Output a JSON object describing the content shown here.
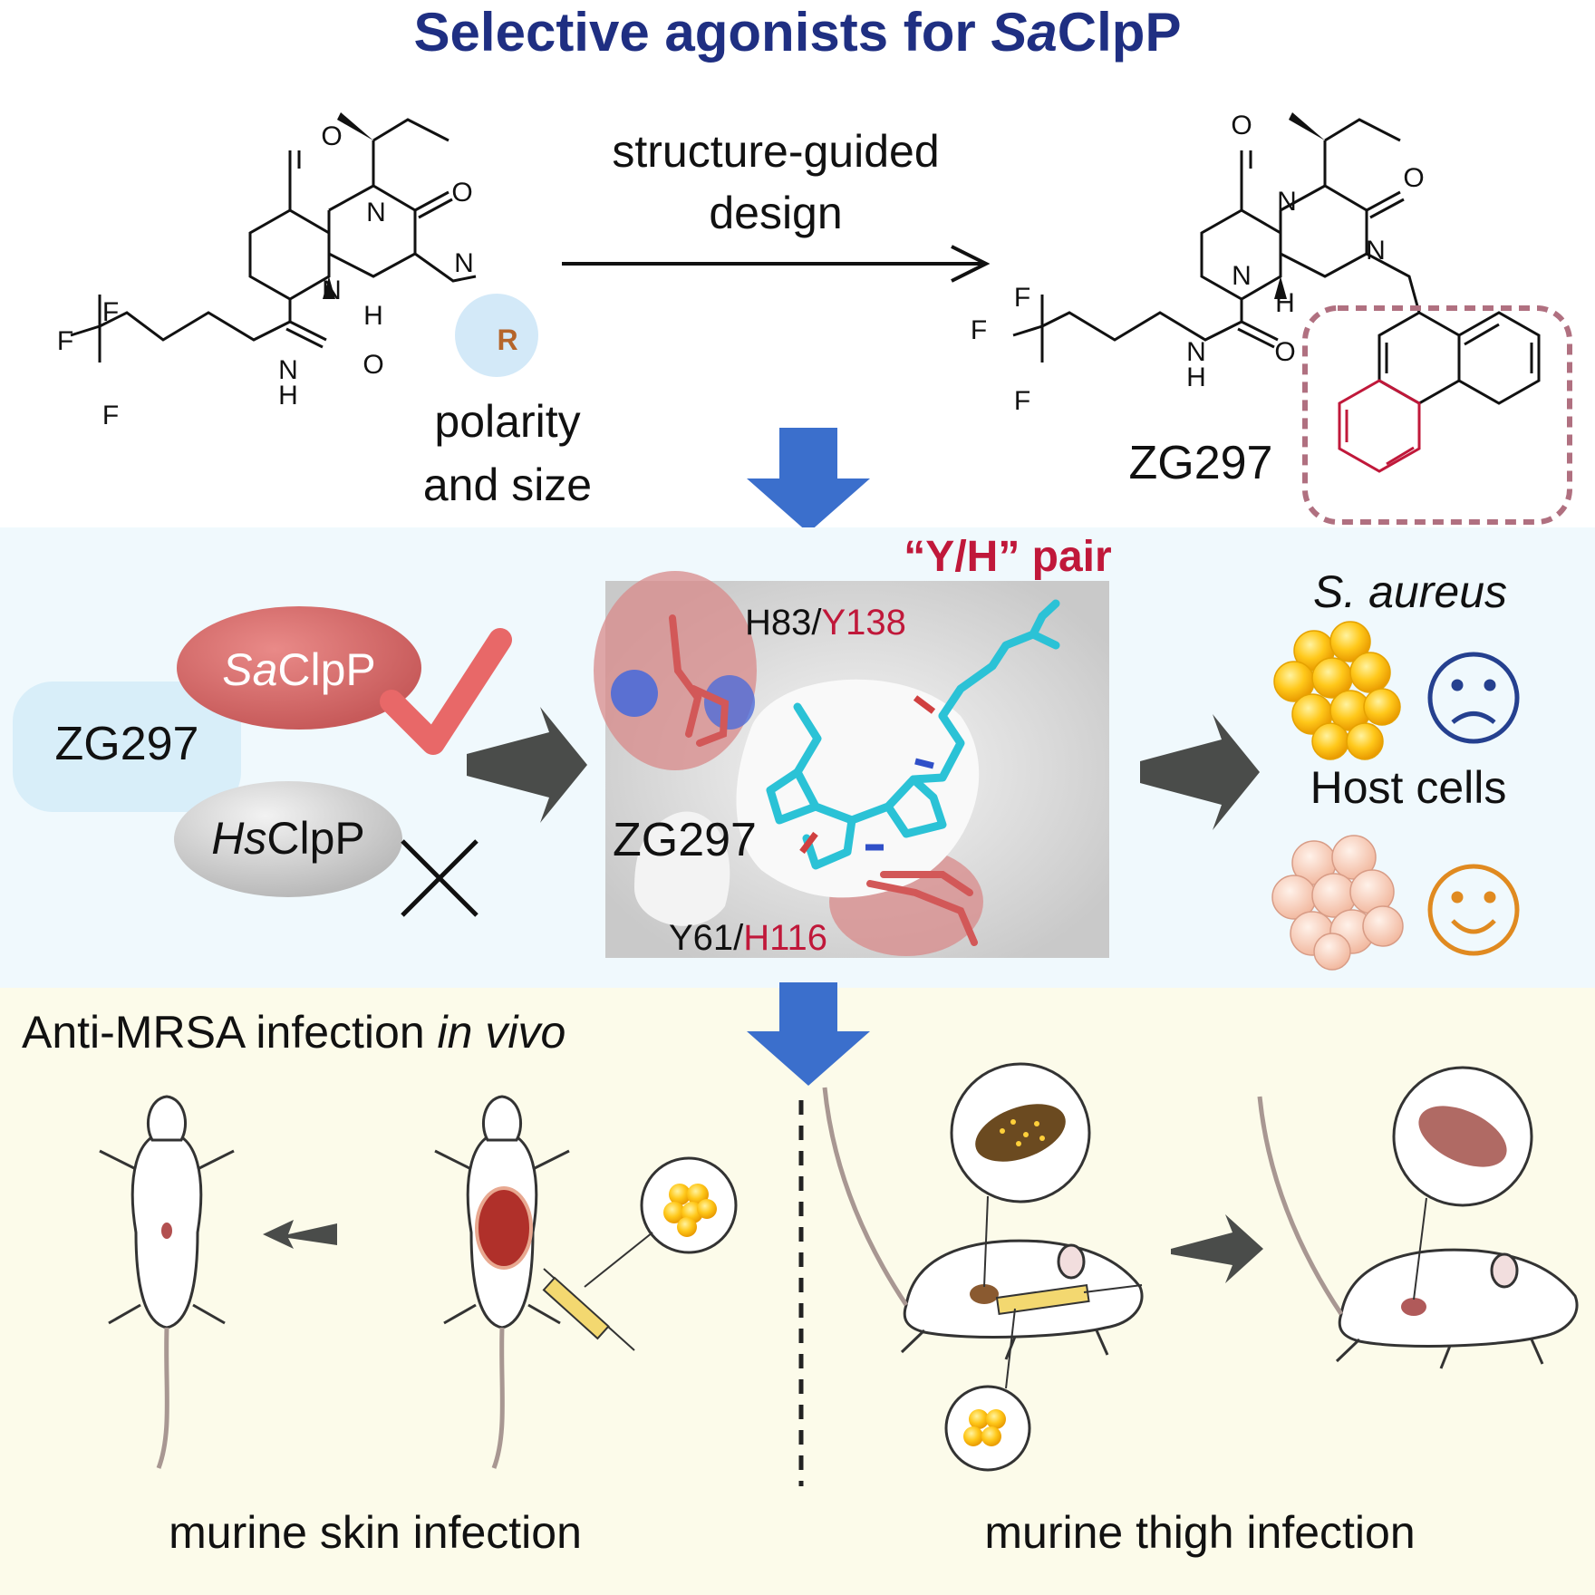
{
  "title": {
    "pre": "Selective agonists for ",
    "italic": "Sa",
    "post": "ClpP"
  },
  "colors": {
    "title": "#1f2f82",
    "accent_red": "#c0183a",
    "arrow_blue": "#3b6fcc",
    "panel_blue": "#f0f9fd",
    "panel_yellow": "#fcfbea"
  },
  "top": {
    "arrow_label_line1": "structure-guided",
    "arrow_label_line2": "design",
    "r_group": "R",
    "note_line1": "polarity",
    "note_line2": "and size",
    "product_name": "ZG297",
    "atoms": {
      "O": "O",
      "N": "N",
      "H": "H",
      "F": "F"
    }
  },
  "middle": {
    "pair_title": "“Y/H” pair",
    "compound": "ZG297",
    "target_italic": "Sa",
    "target_rest": "ClpP",
    "offtarget_italic": "Hs",
    "offtarget_rest": "ClpP",
    "residue_top_black": "H83/",
    "residue_top_red": "Y138",
    "residue_bottom_black": "Y61/",
    "residue_bottom_red": "H116",
    "ligand_label": "ZG297",
    "organism": "S. aureus",
    "host": "Host cells"
  },
  "bottom": {
    "title_plain": "Anti-MRSA infection ",
    "title_italic": "in vivo",
    "left_caption": "murine skin infection",
    "right_caption": "murine thigh infection"
  }
}
